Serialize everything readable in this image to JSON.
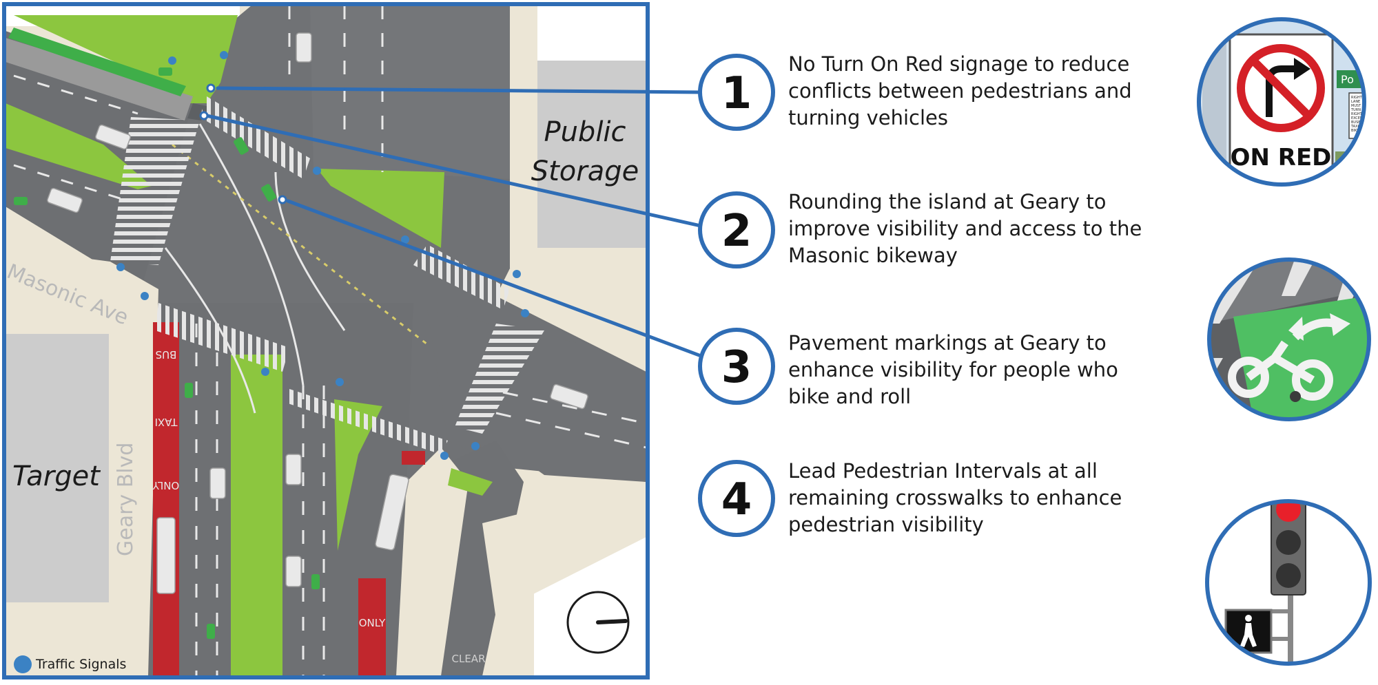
{
  "map": {
    "streets": {
      "masonic": "Masonic Ave",
      "geary": "Geary Blvd"
    },
    "buildings": {
      "public_storage": [
        "Public",
        "Storage"
      ],
      "target": "Target"
    },
    "pavement_text": {
      "bus": "BUS",
      "taxi": "TAXI",
      "only_left": "ONLY",
      "only_right": "ONLY",
      "clear": "CLEAR"
    },
    "legend": {
      "traffic_signals": "Traffic Signals"
    },
    "colors": {
      "frame": "#2f6db5",
      "road": "#707275",
      "sidewalk": "#ece6d6",
      "planted": "#8cc63f",
      "bike_lane": "#3fae49",
      "bus_lane": "#c1272d",
      "building": "#cccccc",
      "signal": "#3b82c4"
    }
  },
  "callouts": [
    {
      "number": "1",
      "text": "No Turn On Red signage to reduce conflicts between pedestrians and turning vehicles",
      "photo": "no-turn-on-red-sign",
      "photo_text": [
        "ON RED"
      ]
    },
    {
      "number": "2",
      "text": "Rounding the island at Geary to improve visibility and access to the Masonic bikeway",
      "photo": null
    },
    {
      "number": "3",
      "text": "Pavement markings at Geary to enhance visibility for people who bike and roll",
      "photo": "green-bike-lane-marking",
      "photo_text": []
    },
    {
      "number": "4",
      "text": "Lead Pedestrian Intervals at all remaining crosswalks to enhance pedestrian visibility",
      "photo": "traffic-signal-with-walk-signal",
      "photo_text": []
    }
  ],
  "photo_fragments": {
    "street_sign": "Po",
    "sign_lines": [
      "RIGHT",
      "LANE",
      "MUST",
      "TURN",
      "RIGHT",
      "EXCEPT",
      "BUSES",
      "TAXIS",
      "BIKES"
    ]
  }
}
